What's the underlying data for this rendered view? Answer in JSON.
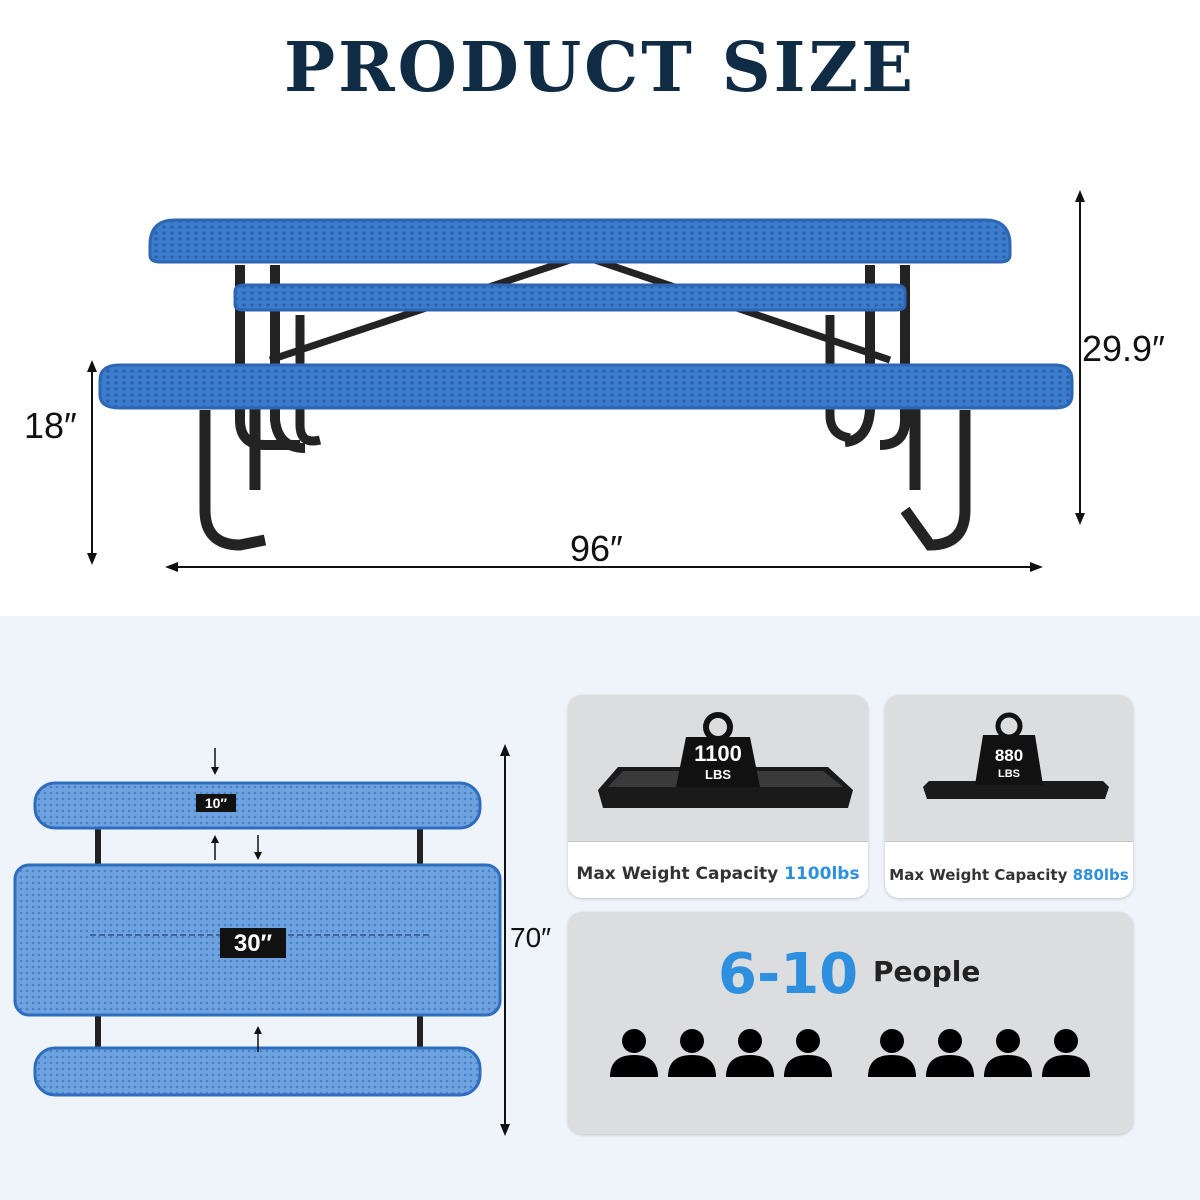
{
  "title": "PRODUCT SIZE",
  "dimensions": {
    "height_table": "29.9″",
    "height_bench": "18″",
    "length": "96″",
    "bench_width": "10″",
    "table_width": "30″",
    "overall_width": "70″"
  },
  "capacity": {
    "table": {
      "weight_top": "1100",
      "weight_unit": "LBS",
      "label": "Max Weight Capacity ",
      "value": "1100lbs"
    },
    "bench": {
      "weight_top": "880",
      "weight_unit": "LBS",
      "label": "Max Weight Capacity ",
      "value": "880lbs"
    }
  },
  "seating": {
    "range": "6-10",
    "word": "People",
    "icon": "person-icon",
    "count": 8
  },
  "colors": {
    "table_blue": "#3a78c9",
    "title_navy": "#0f2c44",
    "accent_blue": "#2e8fdf",
    "frame": "#2a2a2a"
  }
}
